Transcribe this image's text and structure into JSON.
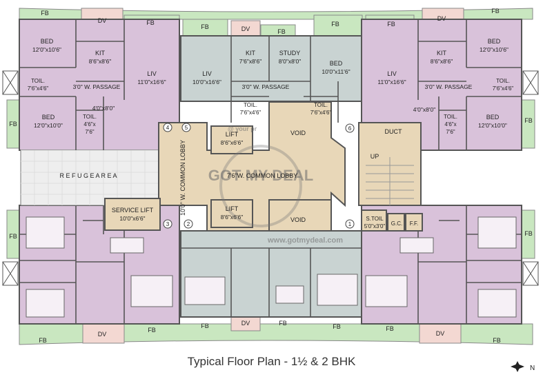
{
  "title": "Typical Floor Plan - 1½ & 2 BHK",
  "compass": "N",
  "watermark": {
    "brand": "GOT MY DEAL",
    "url": "www.gotmydeal.com",
    "tag": "@ your pr"
  },
  "colors": {
    "bhk": "#d9c2da",
    "lobby": "#e8d7b8",
    "grey_unit": "#c9d3d2",
    "fb": "#c9e7c0",
    "dv": "#f3d8d2",
    "wall": "#555555"
  },
  "labels": {
    "fb": "FB",
    "dv": "DV",
    "bed": "BED",
    "kit": "KIT",
    "liv": "LIV",
    "toil": "TOIL.",
    "study": "STUDY",
    "passage": "3'0\" W. PASSAGE",
    "lift": "LIFT",
    "void": "VOID",
    "duct": "DUCT",
    "up": "UP",
    "service_lift": "SERVICE LIFT",
    "refuge": "R E F U G E   A R E A",
    "common_lobby_h": "7'6\"W. COMMON LOBBY",
    "common_lobby_v": "10'0\" W. COMMON LOBBY",
    "s_toil": "S.TOIL",
    "gc": "G.C.",
    "ff": "F.F.",
    "n1": "1",
    "n2": "2",
    "n3": "3",
    "n4": "4",
    "n5": "5",
    "n6": "6"
  },
  "dims": {
    "bed_tl": "12'0\"x10'6\"",
    "bed_tr": "12'0\"x10'6\"",
    "bed_ml": "12'0\"x10'0\"",
    "bed_mr": "12'0\"x10'0\"",
    "bed_c": "10'0\"x11'6\"",
    "kit_l": "8'6\"x8'6\"",
    "kit_r": "8'6\"x8'6\"",
    "kit_c": "7'6\"x8'6\"",
    "study": "8'0\"x8'0\"",
    "liv_l": "11'0\"x16'6\"",
    "liv_c": "10'0\"x16'6\"",
    "liv_r": "11'0\"x16'6\"",
    "toil_l": "7'6\"x4'6\"",
    "toil_r": "7'6\"x4'6\"",
    "toil_c1": "7'6\"x4'6\"",
    "toil_c2": "7'6\"x4'6\"",
    "toil_s1": "4'6\"x",
    "toil_s2": "7'6\"",
    "pass_l": "4'0\"x8'0\"",
    "pass_r": "4'0\"x8'0\"",
    "lift": "8'6\"x6'6\"",
    "service_lift": "10'0\"x6'6\"",
    "s_toil": "5'0\"x3'0\""
  }
}
